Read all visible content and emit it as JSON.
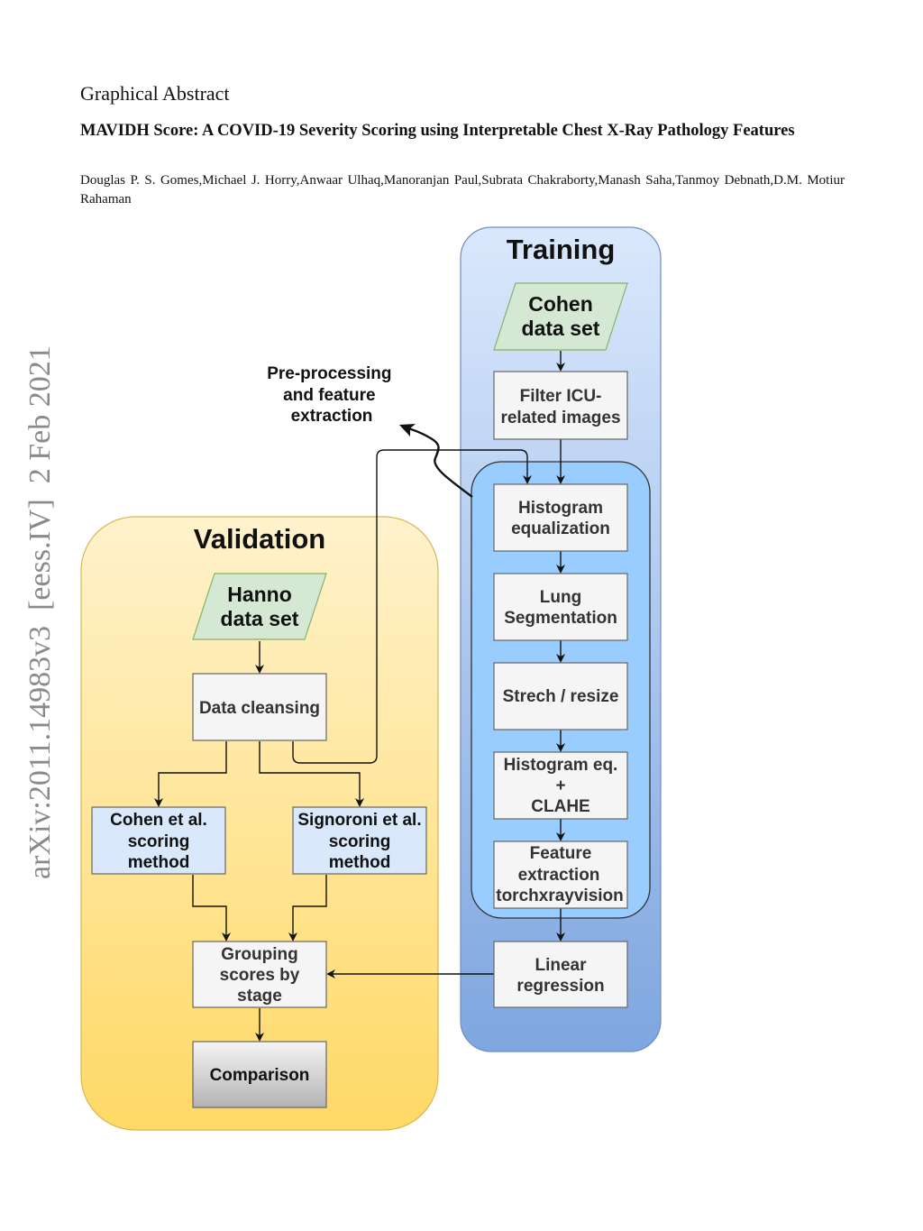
{
  "header": {
    "section_label": "Graphical Abstract",
    "title": "MAVIDH Score: A COVID-19 Severity Scoring using Interpretable Chest X-Ray Pathology Features",
    "authors": "Douglas P. S. Gomes,Michael J. Horry,Anwaar Ulhaq,Manoranjan Paul,Subrata Chakraborty,Manash Saha,Tanmoy Debnath,D.M. Motiur Rahaman"
  },
  "sidebar_stamp": "arXiv:2011.14983v3  [eess.IV]  2 Feb 2021",
  "diagram": {
    "colors": {
      "training_top": "#dae8fc",
      "training_bottom": "#7ea6e0",
      "inner_group": "#99ccff",
      "validation_top": "#fff2cc",
      "validation_bottom": "#ffd966",
      "dataset_fill": "#d5e8d4",
      "dataset_stroke": "#82b366",
      "process_fill": "#f5f5f5",
      "scoring_fill": "#dae8fc",
      "comparison_top": "#f5f5f5",
      "comparison_bottom": "#b3b3b3"
    },
    "training": {
      "title": "Training",
      "dataset": [
        "Cohen",
        "data set"
      ],
      "filter": [
        "Filter ICU-",
        "related images"
      ],
      "hist_eq": [
        "Histogram",
        "equalization"
      ],
      "lung_seg": [
        "Lung",
        "Segmentation"
      ],
      "stretch": [
        "Strech / resize"
      ],
      "clahe": [
        "Histogram eq.",
        "+",
        "CLAHE"
      ],
      "feature": [
        "Feature",
        "extraction",
        "torchxrayvision"
      ],
      "linear": [
        "Linear",
        "regression"
      ]
    },
    "preprocessing_label": [
      "Pre-processing",
      "and feature",
      "extraction"
    ],
    "validation": {
      "title": "Validation",
      "dataset": [
        "Hanno",
        "data set"
      ],
      "cleansing": [
        "Data cleansing"
      ],
      "cohen_method": [
        "Cohen et al.",
        "scoring",
        "method"
      ],
      "signoroni_method": [
        "Signoroni et al.",
        "scoring",
        "method"
      ],
      "grouping": [
        "Grouping",
        "scores by",
        "stage"
      ],
      "comparison": [
        "Comparison"
      ]
    }
  }
}
